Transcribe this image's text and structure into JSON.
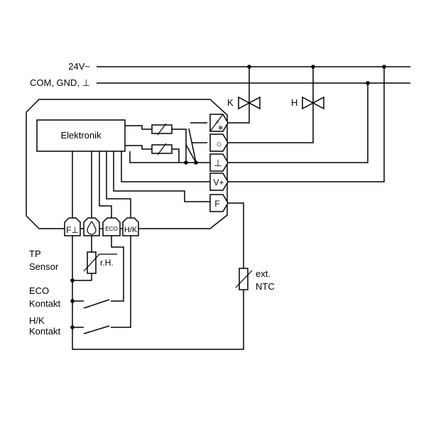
{
  "diagram": {
    "supply_24v": "24V~",
    "supply_com": "COM, GND, ⊥",
    "valve_k": "K",
    "valve_h": "H",
    "electronics": "Elektronik",
    "terminal_gnd": "⊥",
    "terminal_vplus": "V+",
    "terminal_f": "F",
    "terminal_fgnd": "F⊥",
    "terminal_eco": "ECO",
    "terminal_hk": "H/K",
    "tp_line1": "TP",
    "tp_line2": "Sensor",
    "rh": "r.H.",
    "eco_line1": "ECO",
    "eco_line2": "Kontakt",
    "hk_line1": "H/K",
    "hk_line2": "Kontakt",
    "ntc_line1": "ext.",
    "ntc_line2": "NTC"
  }
}
